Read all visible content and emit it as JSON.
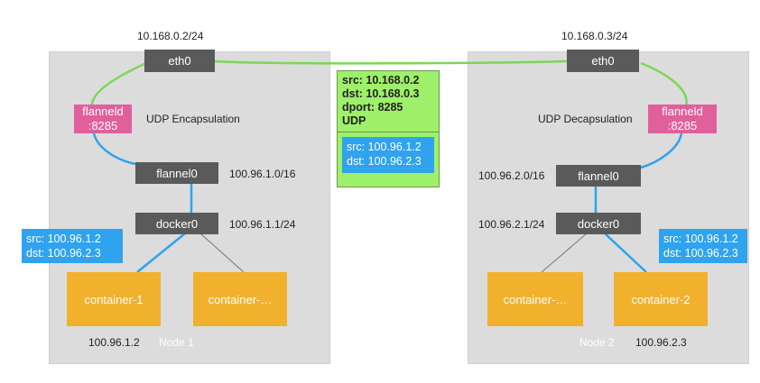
{
  "left": {
    "ip": "10.168.0.2/24",
    "eth0": "eth0",
    "flanneld_line1": "flanneld",
    "flanneld_line2": ":8285",
    "encap_label": "UDP Encapsulation",
    "flannel0": "flannel0",
    "flannel0_cidr": "100.96.1.0/16",
    "docker0": "docker0",
    "docker0_cidr": "100.96.1.1/24",
    "packet_src": "src: 100.96.1.2",
    "packet_dst": "dst: 100.96.2.3",
    "container_a": "container-1",
    "container_b": "container-…",
    "container_ip": "100.96.1.2",
    "node_label": "Node 1"
  },
  "right": {
    "ip": "10.168.0.3/24",
    "eth0": "eth0",
    "flanneld_line1": "flanneld",
    "flanneld_line2": ":8285",
    "decap_label": "UDP Decapsulation",
    "flannel0": "flannel0",
    "flannel0_cidr": "100.96.2.0/16",
    "docker0": "docker0",
    "docker0_cidr": "100.96.2.1/24",
    "packet_src": "src: 100.96.1.2",
    "packet_dst": "dst: 100.96.2.3",
    "container_a": "container-…",
    "container_b": "container-2",
    "container_ip": "100.96.2.3",
    "node_label": "Node 2"
  },
  "outer_packet": {
    "src": "src: 10.168.0.2",
    "dst": "dst: 10.168.0.3",
    "dport": "dport: 8285",
    "proto": "UDP",
    "inner_src": "src: 100.96.1.2",
    "inner_dst": "dst: 100.96.2.3"
  },
  "colors": {
    "node_bg": "#dcdcdc",
    "box_dark": "#5a5a5a",
    "flanneld": "#e0609b",
    "container": "#f2b12c",
    "packet_blue": "#2fa3ee",
    "packet_green": "#9ef06a",
    "link_green": "#7cd657",
    "link_blue": "#2fa3ee"
  }
}
